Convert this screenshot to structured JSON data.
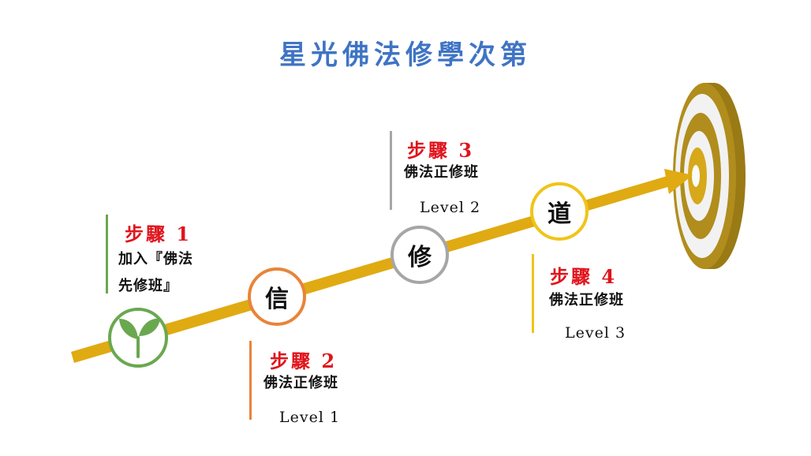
{
  "title": "星光佛法修學次第",
  "colors": {
    "title": "#3f74c4",
    "path": "#e0aa12",
    "step_title": "#e0141c",
    "seed": "#6aa84f",
    "faith": "#e8843a",
    "practice": "#a6a6a6",
    "way": "#f0c419",
    "target_dark": "#a8851a",
    "target_light": "#eeeeee"
  },
  "nodes": {
    "seed_icon": "sprout-icon",
    "faith": "信",
    "practice": "修",
    "way": "道"
  },
  "steps": [
    {
      "title": "步驟 1",
      "desc1": "加入『佛法",
      "desc2": "先修班』",
      "level": ""
    },
    {
      "title": "步驟 2",
      "desc1": "佛法正修班",
      "desc2": "",
      "level": "Level 1"
    },
    {
      "title": "步驟 3",
      "desc1": "佛法正修班",
      "desc2": "",
      "level": "Level 2"
    },
    {
      "title": "步驟 4",
      "desc1": "佛法正修班",
      "desc2": "",
      "level": "Level 3"
    }
  ]
}
